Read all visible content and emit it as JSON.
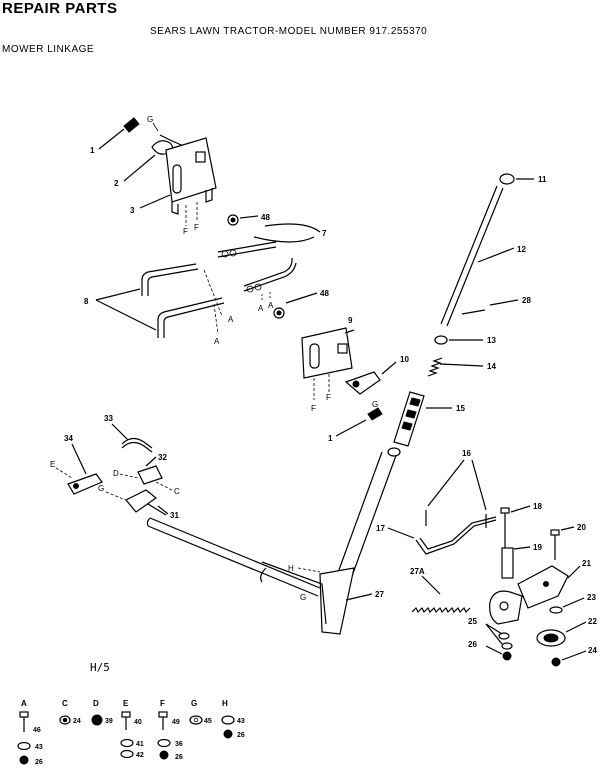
{
  "header": {
    "title": "REPAIR PARTS",
    "model_line": "SEARS LAWN TRACTOR-MODEL NUMBER 917.255370",
    "section": "MOWER LINKAGE",
    "page_code": "H/5"
  },
  "parts": {
    "p1a": "1",
    "p1b": "1",
    "p2": "2",
    "p3": "3",
    "p7": "7",
    "p8": "8",
    "p9": "9",
    "p10": "10",
    "p11": "11",
    "p12": "12",
    "p13": "13",
    "p14": "14",
    "p15": "15",
    "p16": "16",
    "p17": "17",
    "p18": "18",
    "p19": "19",
    "p20": "20",
    "p21": "21",
    "p22": "22",
    "p23": "23",
    "p24": "24",
    "p25": "25",
    "p26": "26",
    "p27": "27",
    "p27a": "27A",
    "p28": "28",
    "p31": "31",
    "p32": "32",
    "p33": "33",
    "p34": "34",
    "p48a": "48",
    "p48b": "48"
  },
  "letters": {
    "g1": "G",
    "g2": "G",
    "g3": "G",
    "g4": "G",
    "f1": "F",
    "f2": "F",
    "f3": "F",
    "f4": "F",
    "a1": "A",
    "a2": "A",
    "a3": "A",
    "a4": "A",
    "e1": "E",
    "d1": "D",
    "c1": "C",
    "h1": "H"
  },
  "hardware_key": [
    {
      "key": "A",
      "items": [
        "46",
        "43",
        "26"
      ]
    },
    {
      "key": "C",
      "items": [
        "24"
      ]
    },
    {
      "key": "D",
      "items": [
        "39"
      ]
    },
    {
      "key": "E",
      "items": [
        "40",
        "41",
        "42"
      ]
    },
    {
      "key": "F",
      "items": [
        "49",
        "36",
        "26"
      ]
    },
    {
      "key": "G",
      "items": [
        "45"
      ]
    },
    {
      "key": "H",
      "items": [
        "43",
        "26"
      ]
    }
  ]
}
